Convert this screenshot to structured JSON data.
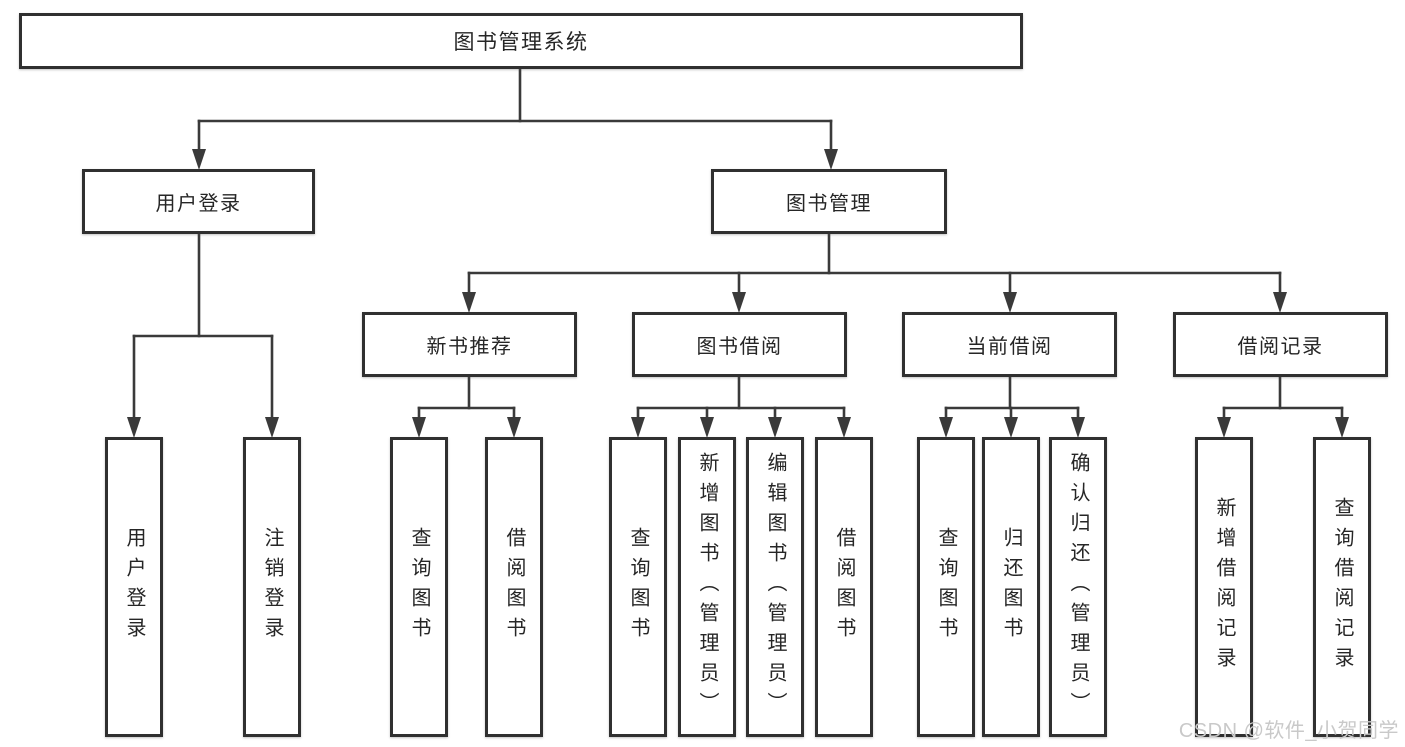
{
  "nodes": {
    "root": {
      "label": "图书管理系统"
    },
    "user_login": {
      "label": "用户登录"
    },
    "book_management": {
      "label": "图书管理"
    },
    "new_book_recommend": {
      "label": "新书推荐"
    },
    "book_borrow": {
      "label": "图书借阅"
    },
    "current_borrow": {
      "label": "当前借阅"
    },
    "borrow_records": {
      "label": "借阅记录"
    },
    "leaf_user_login": {
      "label": "用户登录"
    },
    "leaf_logout": {
      "label": "注销登录"
    },
    "leaf_query_books_1": {
      "label": "查询图书"
    },
    "leaf_borrow_books_1": {
      "label": "借阅图书"
    },
    "leaf_query_books_2": {
      "label": "查询图书"
    },
    "leaf_add_books": {
      "label": "新增图书（管理员）"
    },
    "leaf_edit_books": {
      "label": "编辑图书（管理员）"
    },
    "leaf_borrow_books_2": {
      "label": "借阅图书"
    },
    "leaf_query_books_3": {
      "label": "查询图书"
    },
    "leaf_return_books": {
      "label": "归还图书"
    },
    "leaf_confirm_return": {
      "label": "确认归还（管理员）"
    },
    "leaf_add_borrow_record": {
      "label": "新增借阅记录"
    },
    "leaf_query_borrow_record": {
      "label": "查询借阅记录"
    }
  },
  "watermark": {
    "text": "CSDN @软件_小贺同学"
  },
  "colors": {
    "line": "#3a3a3a",
    "box_border": "#303030",
    "text": "#262626",
    "background": "#ffffff",
    "watermark": "#c9c9c9"
  }
}
